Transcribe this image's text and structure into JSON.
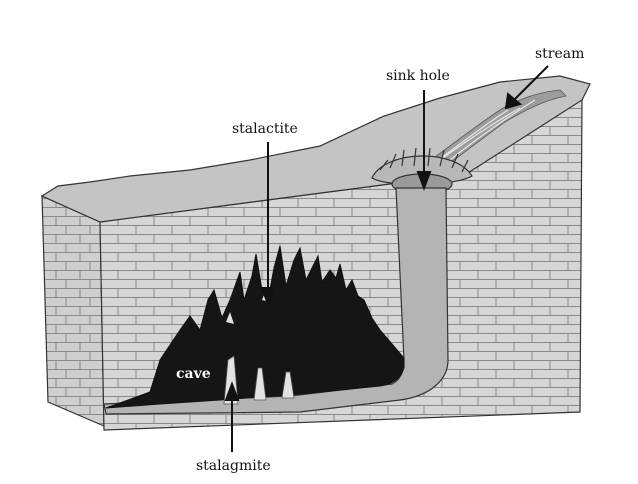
{
  "labels": {
    "stream": "stream",
    "sink_hole": "sink hole",
    "stalactite": "stalactite",
    "cave": "cave",
    "stalagmite": "stalagmite"
  },
  "colors": {
    "rock_top": "#c4c4c4",
    "rock_face": "#d6d6d6",
    "rock_dark": "#b0b0b0",
    "brick_line": "#8a8a8a",
    "cave": "#151515",
    "channel": "#b4b4b4",
    "outline": "#333333"
  }
}
